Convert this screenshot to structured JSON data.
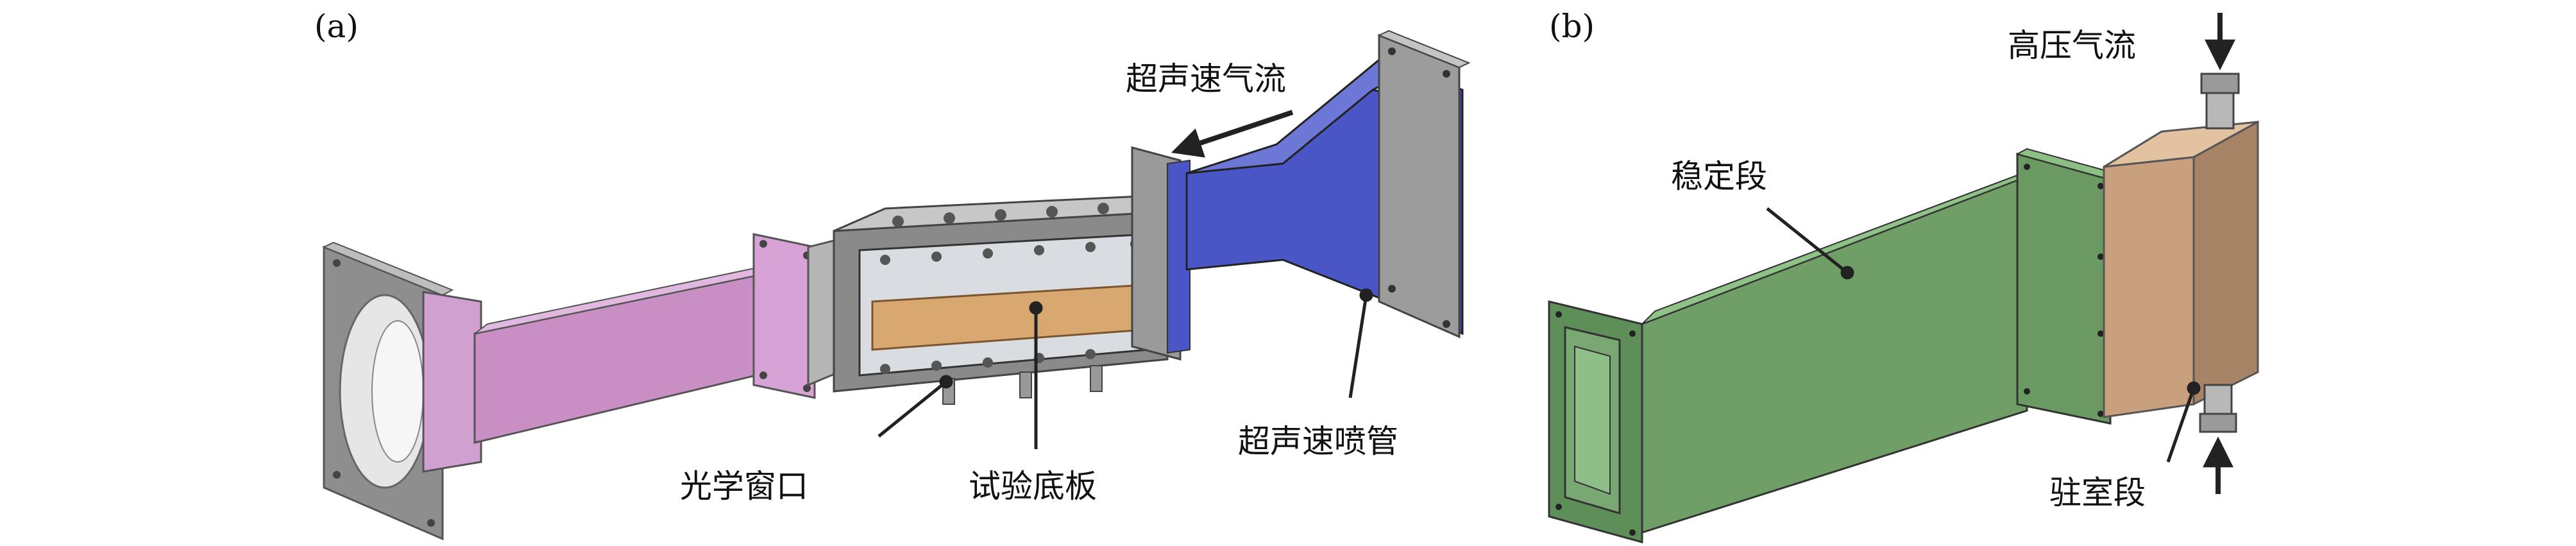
{
  "panel_a": {
    "label": "(a)",
    "callouts": {
      "supersonic_flow": "超声速气流",
      "optical_window": "光学窗口",
      "test_plate": "试验底板",
      "supersonic_nozzle": "超声速喷管"
    }
  },
  "panel_b": {
    "label": "(b)",
    "callouts": {
      "high_pressure_flow": "高压气流",
      "stabilizing_section": "稳定段",
      "plenum_section": "驻室段"
    }
  },
  "colors": {
    "flange_gray": "#9a9a9a",
    "duct_pink": "#c98fc4",
    "nozzle_blue": "#4a56c6",
    "plate_wood": "#d8a870",
    "stabilizer_green": "#6f9f66",
    "plenum_brown": "#a88466"
  }
}
